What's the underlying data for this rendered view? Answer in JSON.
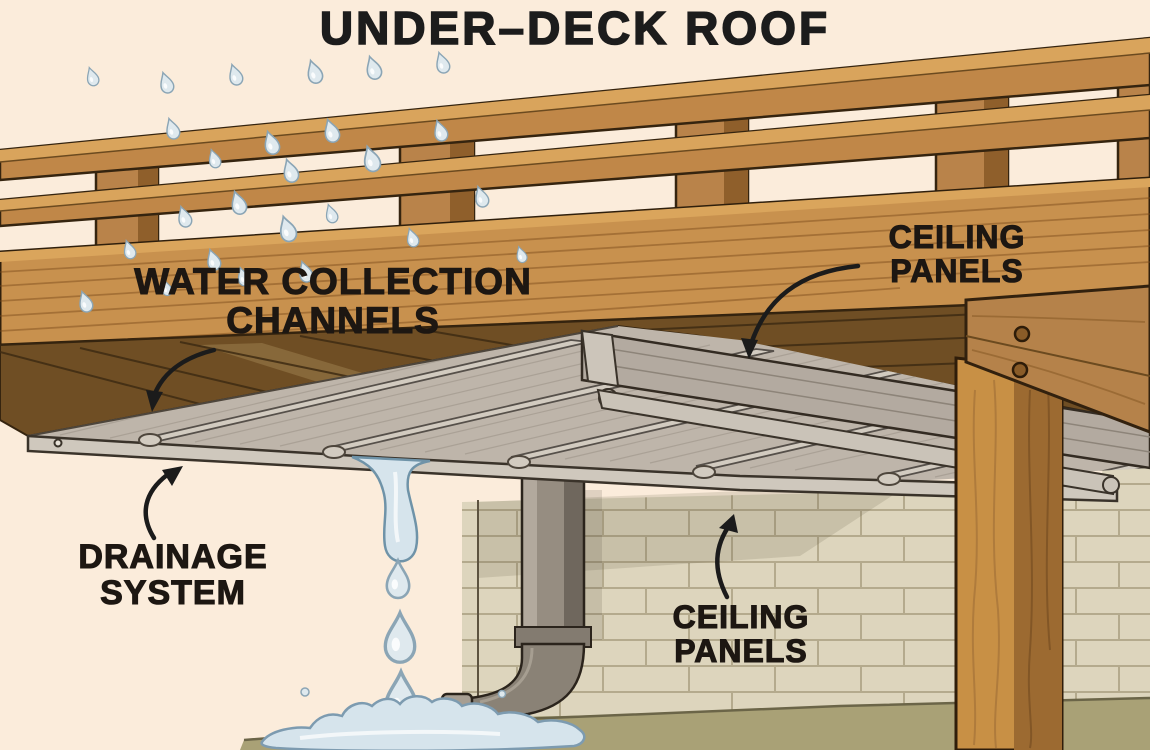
{
  "title": "UNDER–DECK ROOF",
  "labels": {
    "water_collection": {
      "line1": "WATER COLLECTION",
      "line2": "CHANNELS"
    },
    "ceiling_panels_top": {
      "line1": "CEILING",
      "line2": "PANELS"
    },
    "drainage_system": {
      "line1": "DRAINAGE",
      "line2": "SYSTEM"
    },
    "ceiling_panels_bottom": {
      "line1": "CEILING",
      "line2": "PANELS"
    }
  },
  "icons": {
    "rain_drop": "raindrop-icon",
    "callout_arrow": "curved-arrow-icon"
  },
  "palette": {
    "background": "#fbecdb",
    "wood_light": "#d9a45c",
    "wood_main": "#c08748",
    "wood_dark": "#8f5f2b",
    "deck_underside": "#6f4e24",
    "outline": "#2f1f0c",
    "channel_gray": "#beb5aa",
    "channel_light": "#d2cbc0",
    "brick": "#ddd5bd",
    "mortar": "#b4aa8d",
    "ground": "#a9a176",
    "water_fill": "#d6e4ec",
    "water_outline": "#7d9bb0",
    "label_text": "#1d1712",
    "arrow": "#1b1b1b"
  }
}
